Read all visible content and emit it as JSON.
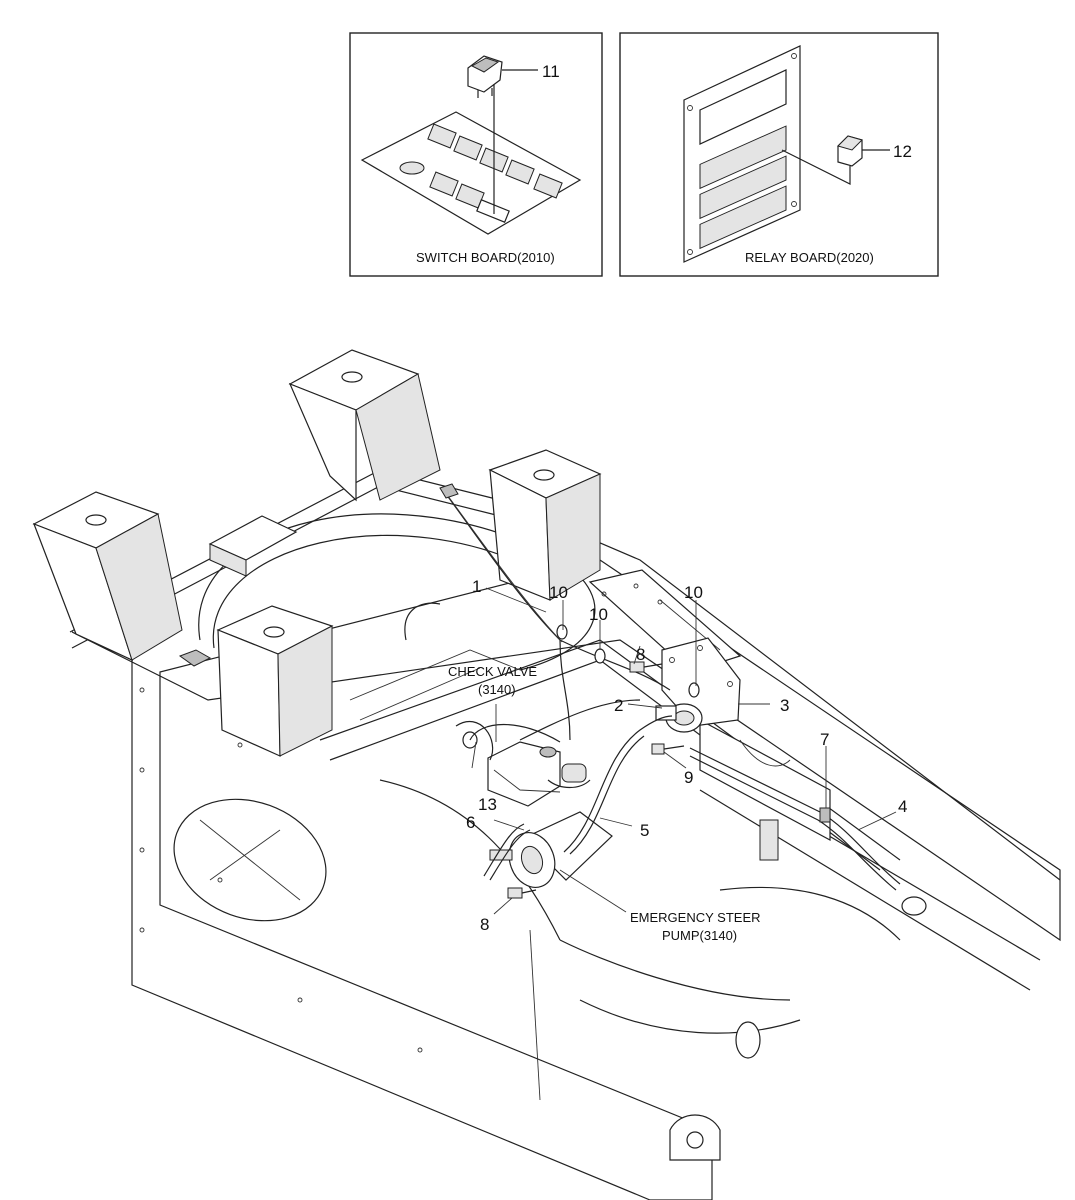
{
  "insets": {
    "switch_board": {
      "caption": "SWITCH BOARD(2010)",
      "callout": "11"
    },
    "relay_board": {
      "caption": "RELAY BOARD(2020)",
      "callout": "12"
    }
  },
  "main": {
    "check_valve": {
      "line1": "CHECK VALVE",
      "line2": "(3140)"
    },
    "pump": {
      "line1": "EMERGENCY STEER",
      "line2": "PUMP(3140)"
    },
    "callouts": {
      "c1": "1",
      "c2": "2",
      "c3": "3",
      "c4": "4",
      "c5": "5",
      "c6": "6",
      "c7": "7",
      "c8a": "8",
      "c8b": "8",
      "c9": "9",
      "c10a": "10",
      "c10b": "10",
      "c10c": "10",
      "c13": "13"
    }
  },
  "colors": {
    "line": "#222222",
    "background": "#ffffff",
    "fill_light": "#e4e4e4"
  }
}
